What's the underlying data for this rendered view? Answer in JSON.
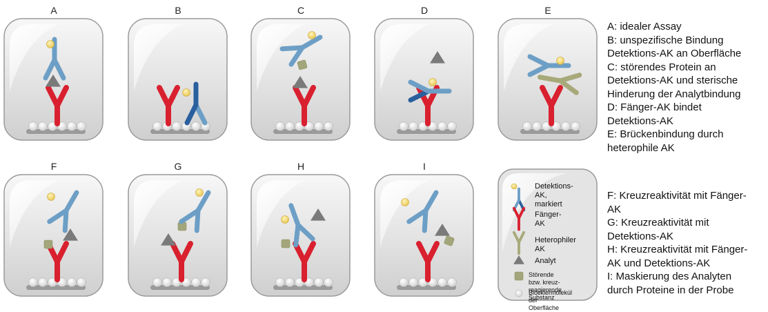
{
  "panels": [
    {
      "id": "A",
      "letter": "A"
    },
    {
      "id": "B",
      "letter": "B"
    },
    {
      "id": "C",
      "letter": "C"
    },
    {
      "id": "D",
      "letter": "D"
    },
    {
      "id": "E",
      "letter": "E"
    },
    {
      "id": "F",
      "letter": "F"
    },
    {
      "id": "G",
      "letter": "G"
    },
    {
      "id": "H",
      "letter": "H"
    },
    {
      "id": "I",
      "letter": "I"
    }
  ],
  "descriptions_top": [
    "A: idealer Assay",
    "B: unspezifische Bindung",
    "Detektions-AK an Oberfläche",
    "C: störendes Protein an",
    "Detektions-AK und sterische",
    "Hinderung der Analytbindung",
    "D: Fänger-AK bindet",
    "Detektions-AK",
    "E: Brückenbindung durch",
    "heterophile AK"
  ],
  "descriptions_bottom": [
    "F: Kreuzreaktivität mit Fänger-",
    "AK",
    "G: Kreuzreaktivität mit",
    "Detektions-AK",
    "H: Kreuzreaktivität mit Fänger-",
    "AK und Detektions-AK",
    "I: Maskierung des Analyten",
    "durch Proteine in der Probe"
  ],
  "legend": {
    "detection": "Detektions-AK,\nmarkiert",
    "capture": "Fänger-AK",
    "heterophile": "Heterophiler AK",
    "analyte": "Analyt",
    "interfering": "Störende bzw. kreuz-\nreagierende Substanz",
    "blocker": "Blockiermolekül der\nOberfläche"
  },
  "colors": {
    "capture": "#d9202f",
    "detection": "#6d9fc6",
    "detection_dark": "#2a5f9e",
    "heterophile": "#a8a97a",
    "analyte": "#7a7a7a",
    "interfering": "#a3a67a",
    "label": "#f2d56b",
    "panel_fill": "#e6e6e6"
  }
}
